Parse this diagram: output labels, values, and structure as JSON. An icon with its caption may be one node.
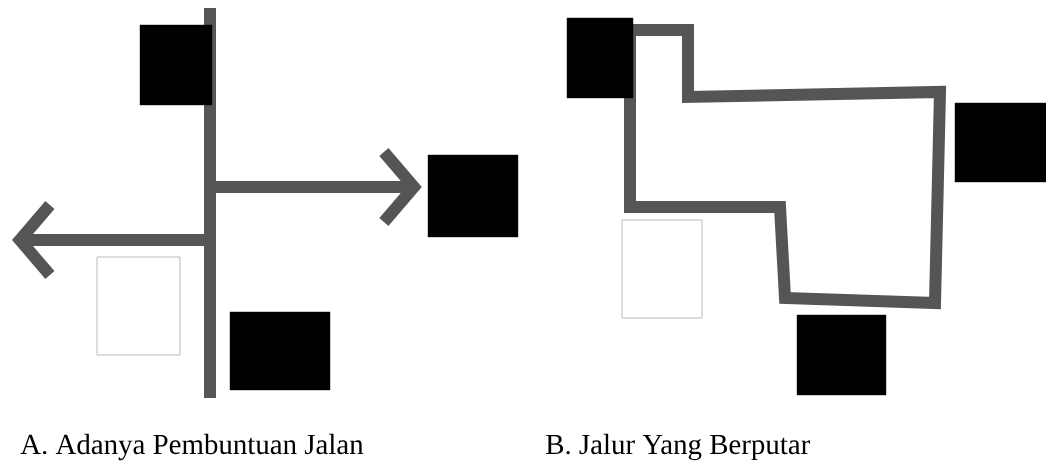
{
  "diagram": {
    "nodes": [
      {
        "text": [],
        "shape": "box"
      },
      {
        "text": [],
        "shape": "box"
      },
      {
        "text": [],
        "shape": "box"
      },
      {
        "text": [],
        "shape": "box"
      },
      {
        "text": [],
        "shape": "box"
      },
      {
        "text": [],
        "shape": "box"
      },
      {
        "text": [],
        "shape": "box"
      },
      {
        "text": [],
        "shape": "box"
      }
    ],
    "edges": [
      {
        "from": null,
        "to": 1,
        "arrow": "to"
      }
    ],
    "labels": [
      "A. Adanya Pembuntuan Jalan",
      "B. Jalur Yang Berputar"
    ]
  }
}
